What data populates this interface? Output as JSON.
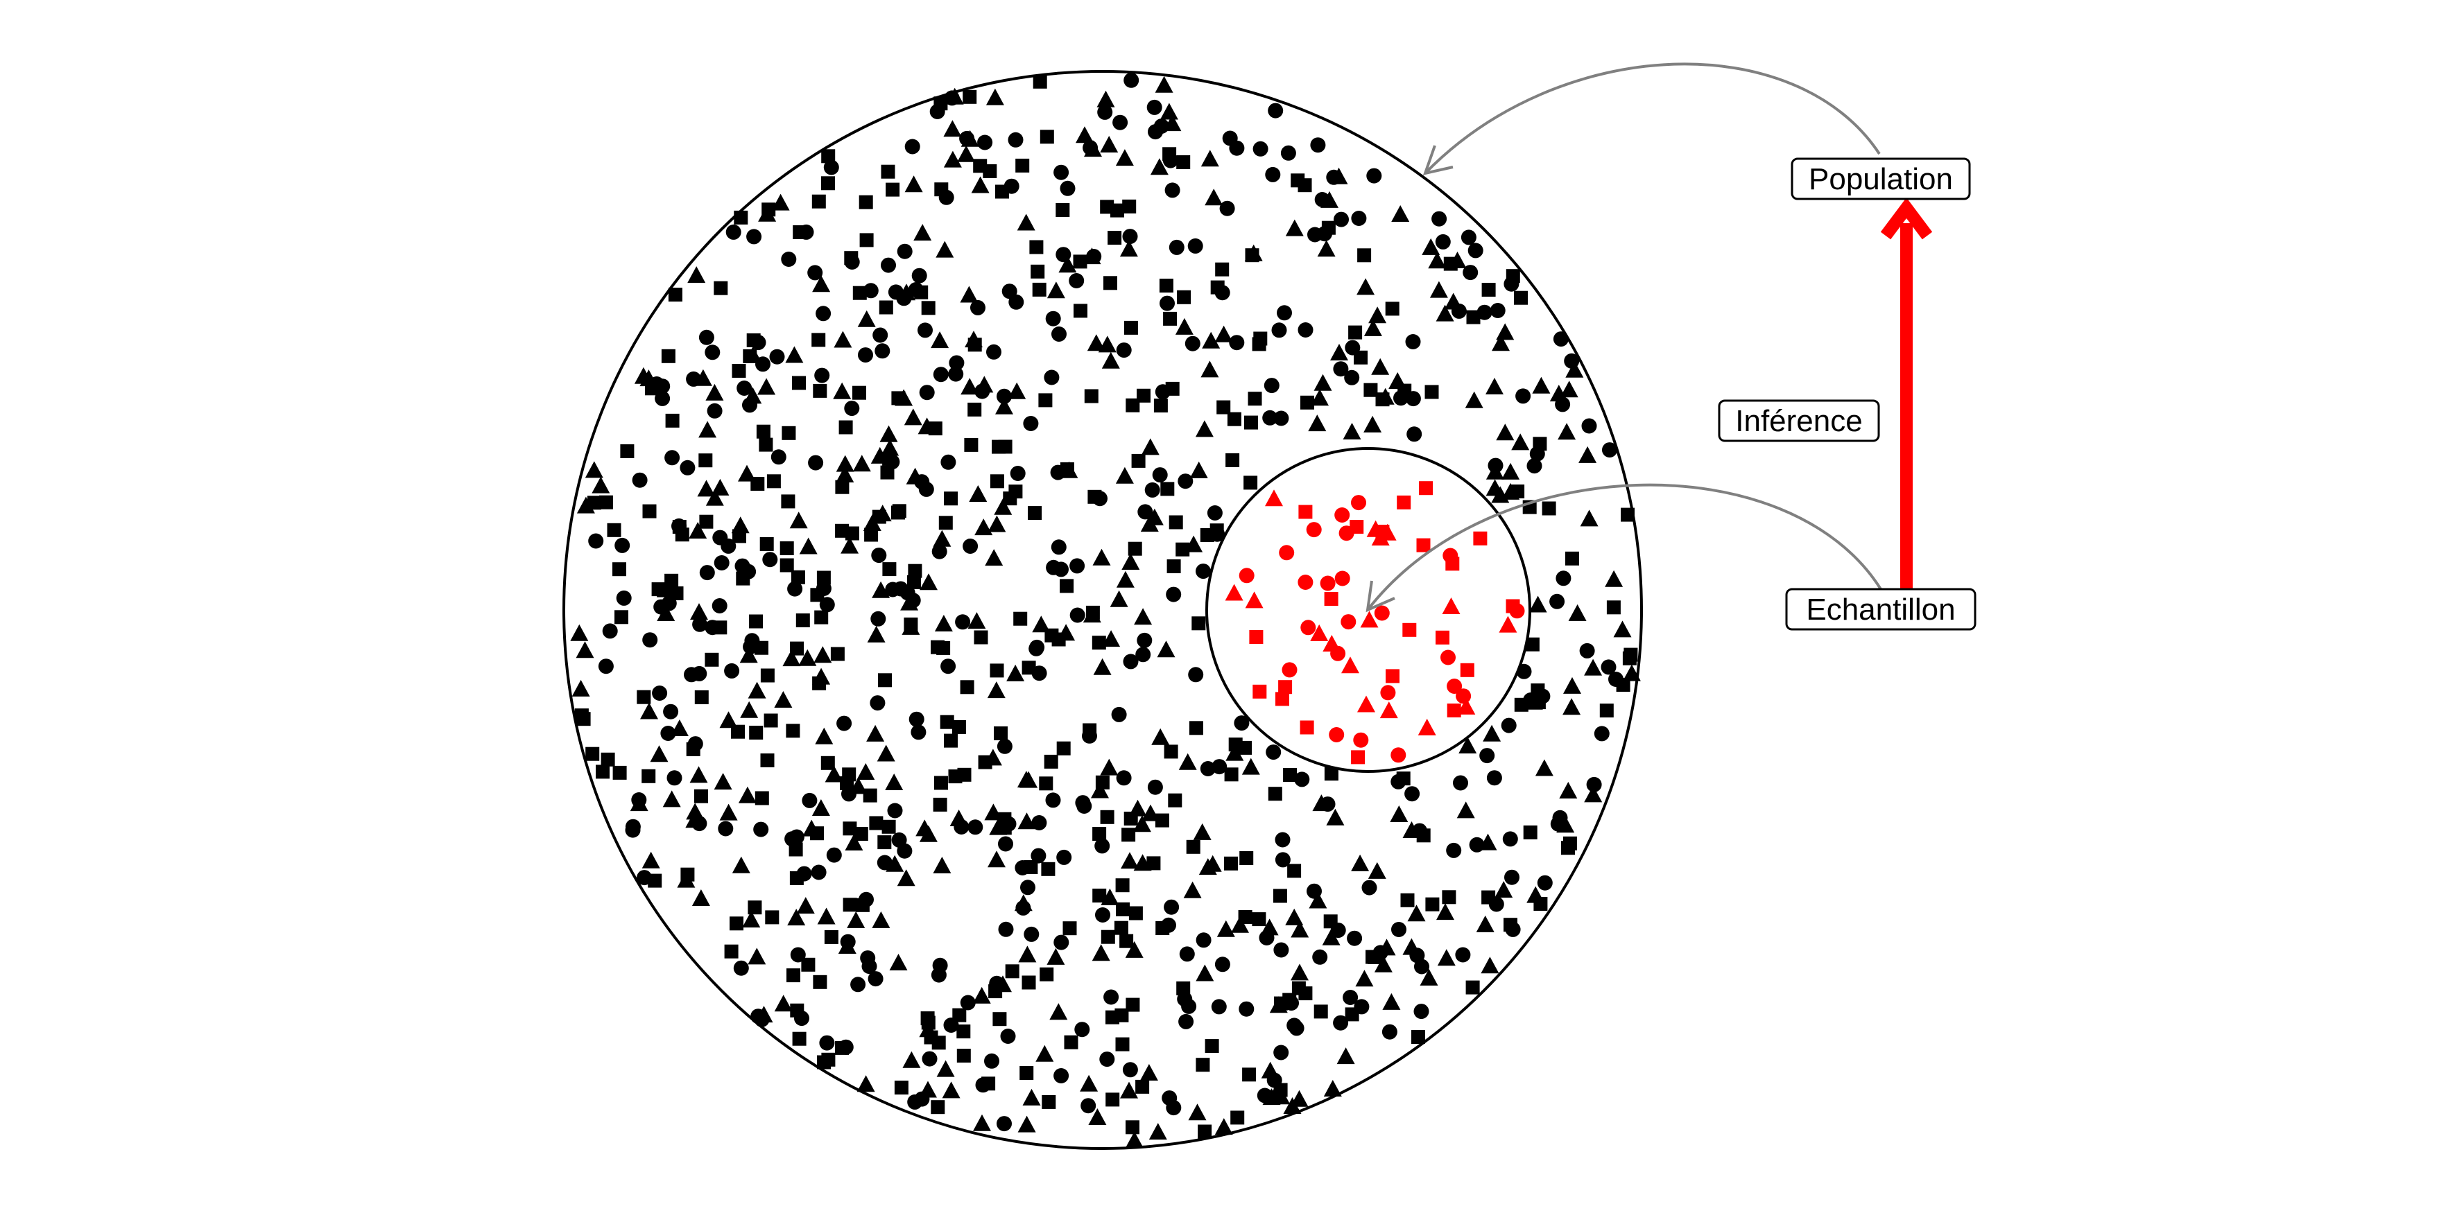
{
  "diagram": {
    "labels": {
      "population": "Population",
      "inference": "Inférence",
      "sample": "Echantillon"
    },
    "colors": {
      "population_points": "#000000",
      "sample_points": "#ff0000",
      "inference_arrow": "#ff0000",
      "pointer_arrows": "#808080",
      "circles": "#000000"
    },
    "marker_shapes": [
      "circle",
      "square",
      "triangle"
    ],
    "population_point_count": 1000,
    "sample_point_count": 60
  }
}
